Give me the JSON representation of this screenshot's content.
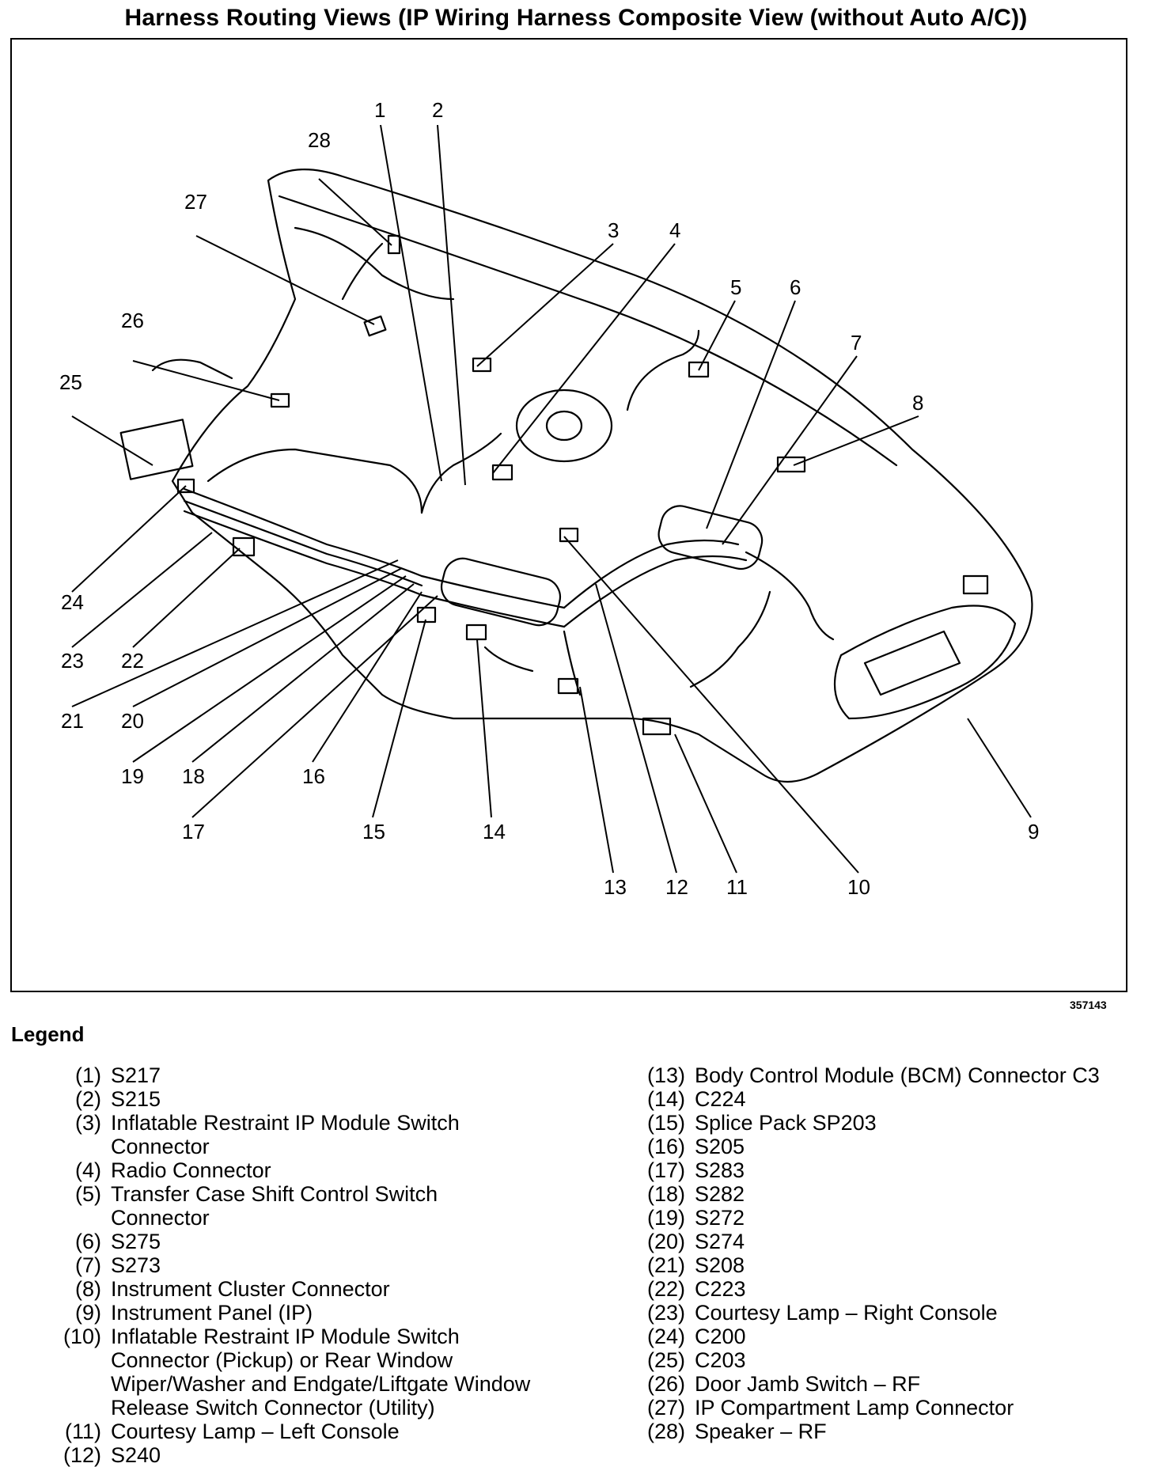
{
  "title": "Harness Routing Views (IP Wiring Harness Composite View (without Auto A/C))",
  "figure_id": "357143",
  "legend": {
    "heading": "Legend",
    "left": [
      {
        "num": "(1)",
        "text": "S217"
      },
      {
        "num": "(2)",
        "text": "S215"
      },
      {
        "num": "(3)",
        "text": "Inflatable Restraint IP Module Switch\nConnector"
      },
      {
        "num": "(4)",
        "text": "Radio Connector"
      },
      {
        "num": "(5)",
        "text": "Transfer Case Shift Control Switch\nConnector"
      },
      {
        "num": "(6)",
        "text": "S275"
      },
      {
        "num": "(7)",
        "text": "S273"
      },
      {
        "num": "(8)",
        "text": "Instrument Cluster Connector"
      },
      {
        "num": "(9)",
        "text": "Instrument Panel (IP)"
      },
      {
        "num": "(10)",
        "text": "Inflatable Restraint IP Module Switch\nConnector (Pickup) or Rear Window\nWiper/Washer and Endgate/Liftgate Window\nRelease Switch Connector (Utility)"
      },
      {
        "num": "(11)",
        "text": "Courtesy Lamp – Left Console"
      },
      {
        "num": "(12)",
        "text": "S240"
      }
    ],
    "right": [
      {
        "num": "(13)",
        "text": "Body Control Module (BCM) Connector C3"
      },
      {
        "num": "(14)",
        "text": "C224"
      },
      {
        "num": "(15)",
        "text": "Splice Pack SP203"
      },
      {
        "num": "(16)",
        "text": "S205"
      },
      {
        "num": "(17)",
        "text": "S283"
      },
      {
        "num": "(18)",
        "text": "S282"
      },
      {
        "num": "(19)",
        "text": "S272"
      },
      {
        "num": "(20)",
        "text": "S274"
      },
      {
        "num": "(21)",
        "text": "S208"
      },
      {
        "num": "(22)",
        "text": "C223"
      },
      {
        "num": "(23)",
        "text": "Courtesy Lamp – Right Console"
      },
      {
        "num": "(24)",
        "text": "C200"
      },
      {
        "num": "(25)",
        "text": "C203"
      },
      {
        "num": "(26)",
        "text": "Door Jamb Switch – RF"
      },
      {
        "num": "(27)",
        "text": "IP Compartment Lamp Connector"
      },
      {
        "num": "(28)",
        "text": "Speaker – RF"
      }
    ]
  },
  "callouts": [
    "1",
    "2",
    "3",
    "4",
    "5",
    "6",
    "7",
    "8",
    "9",
    "10",
    "11",
    "12",
    "13",
    "14",
    "15",
    "16",
    "17",
    "18",
    "19",
    "20",
    "21",
    "22",
    "23",
    "24",
    "25",
    "26",
    "27",
    "28"
  ]
}
